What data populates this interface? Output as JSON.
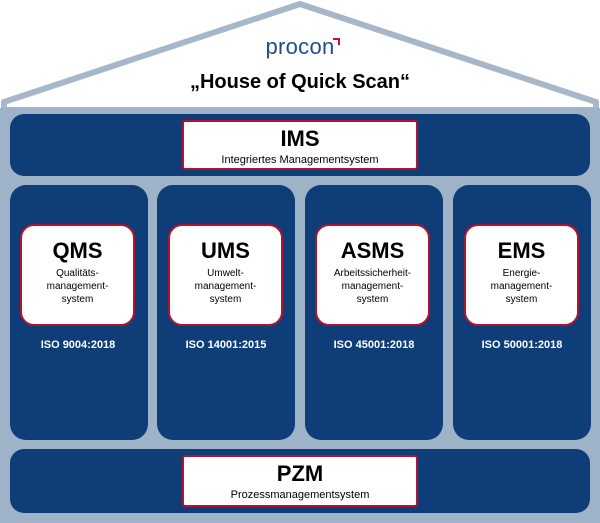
{
  "logo": "procon",
  "house_title": "„House of Quick Scan“",
  "colors": {
    "roof_outline": "#a7b7ca",
    "house_fill": "#9fb3c8",
    "panel_blue": "#0e3d78",
    "box_border": "#b3122e",
    "logo_text": "#1f4e8c",
    "logo_accent": "#c8102e"
  },
  "top": {
    "abbr": "IMS",
    "desc": "Integriertes Managementsystem"
  },
  "pillars": [
    {
      "abbr": "QMS",
      "desc": "Qualitäts-\nmanagement-\nsystem",
      "standard": "ISO 9004:2018"
    },
    {
      "abbr": "UMS",
      "desc": "Umwelt-\nmanagement-\nsystem",
      "standard": "ISO 14001:2015"
    },
    {
      "abbr": "ASMS",
      "desc": "Arbeitssicherheit-\nmanagement-\nsystem",
      "standard": "ISO 45001:2018"
    },
    {
      "abbr": "EMS",
      "desc": "Energie-\nmanagement-\nsystem",
      "standard": "ISO 50001:2018"
    }
  ],
  "base": {
    "abbr": "PZM",
    "desc": "Prozessmanagementsystem"
  }
}
